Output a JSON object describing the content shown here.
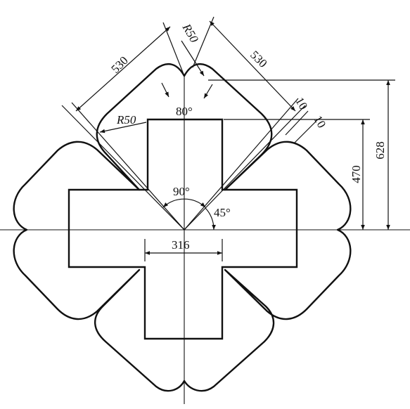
{
  "dimensions": {
    "top_left_length": "530",
    "top_right_length": "530",
    "top_radius": "R50",
    "left_radius": "R50",
    "notch_angle": "80°",
    "offset_a": "10",
    "offset_b": "10",
    "center_angle": "90°",
    "side_angle": "45°",
    "bottom_width": "316",
    "height_470": "470",
    "height_628": "628"
  }
}
